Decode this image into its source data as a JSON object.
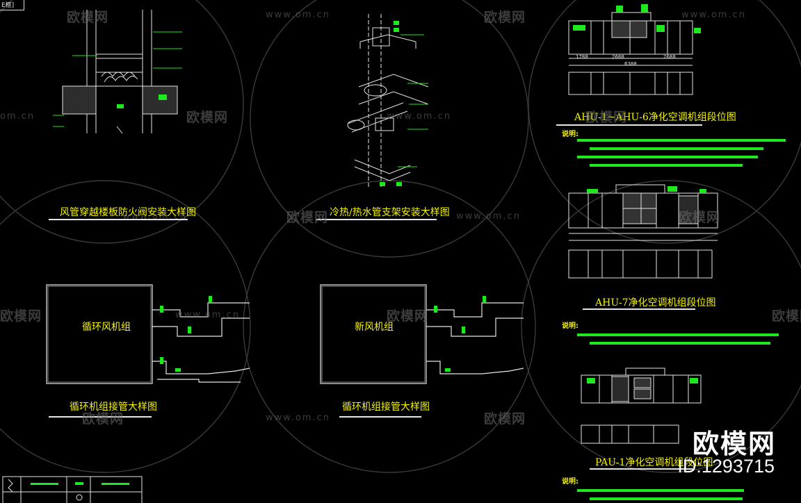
{
  "corner_tag": "E框]",
  "titles": {
    "fire_damper": "风管穿越楼板防火阀安装大样图",
    "pipe_support": "冷热/热水管支架安装大样图",
    "ahu1": "AHU-1~AHU-6净化空调机组段位图",
    "ahu7": "AHU-7净化空调机组段位图",
    "circ_unit_piping": "循环机组接管大样图",
    "fresh_unit_piping": "循环机组接管大样图",
    "pau1": "PAU-1净化空调机组段位图"
  },
  "labels": {
    "circ_unit": "循环风机组",
    "fresh_unit": "新风机组",
    "note1": "说明:",
    "note2": "说明:",
    "note3": "说明:"
  },
  "dims": {
    "d1": "1788",
    "d2": "2688",
    "d3": "2688",
    "d4": "6388"
  },
  "watermark": {
    "cn": "欧模网",
    "url": "www.om.cn",
    "url_short": "om.cn"
  },
  "brand": {
    "name": "欧模网",
    "id": "ID:1293715"
  },
  "colors": {
    "cad_green": "#1ee81e",
    "cad_yellow": "#f5f500",
    "cad_white": "#e6e6e6",
    "background": "#000000"
  }
}
